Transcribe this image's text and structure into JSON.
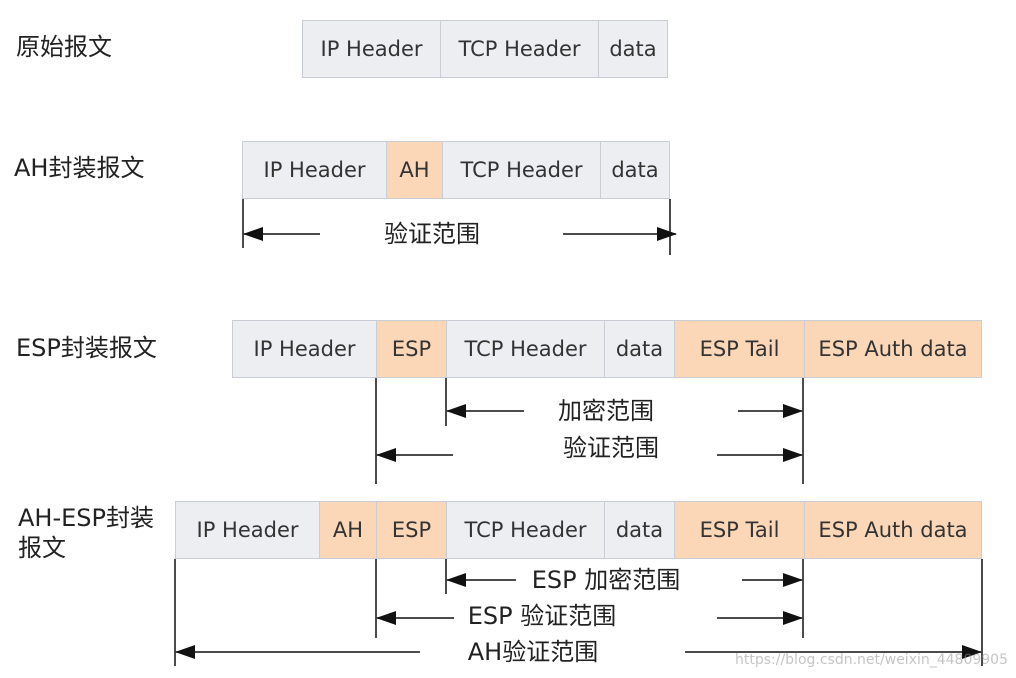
{
  "rows": [
    {
      "label": "原始报文",
      "cells": [
        {
          "text": "IP Header",
          "color": "gray"
        },
        {
          "text": "TCP Header",
          "color": "gray"
        },
        {
          "text": "data",
          "color": "gray"
        }
      ]
    },
    {
      "label": "AH封装报文",
      "cells": [
        {
          "text": "IP Header",
          "color": "gray"
        },
        {
          "text": "AH",
          "color": "orange"
        },
        {
          "text": "TCP Header",
          "color": "gray"
        },
        {
          "text": "data",
          "color": "gray"
        }
      ],
      "ranges": [
        {
          "label": "验证范围"
        }
      ]
    },
    {
      "label": "ESP封装报文",
      "cells": [
        {
          "text": "IP Header",
          "color": "gray"
        },
        {
          "text": "ESP",
          "color": "orange"
        },
        {
          "text": "TCP Header",
          "color": "gray"
        },
        {
          "text": "data",
          "color": "gray"
        },
        {
          "text": "ESP Tail",
          "color": "orange"
        },
        {
          "text": "ESP Auth data",
          "color": "orange"
        }
      ],
      "ranges": [
        {
          "label": "加密范围"
        },
        {
          "label": "验证范围"
        }
      ]
    },
    {
      "label": "AH-ESP封装报文",
      "cells": [
        {
          "text": "IP Header",
          "color": "gray"
        },
        {
          "text": "AH",
          "color": "orange"
        },
        {
          "text": "ESP",
          "color": "orange"
        },
        {
          "text": "TCP Header",
          "color": "gray"
        },
        {
          "text": "data",
          "color": "gray"
        },
        {
          "text": "ESP Tail",
          "color": "orange"
        },
        {
          "text": "ESP Auth data",
          "color": "orange"
        }
      ],
      "ranges": [
        {
          "label": "ESP 加密范围"
        },
        {
          "label": "ESP 验证范围"
        },
        {
          "label": "AH验证范围"
        }
      ]
    }
  ],
  "colors": {
    "gray": "#eceef1",
    "orange": "#fbd7b8",
    "line": "#111111"
  },
  "watermark": "https://blog.csdn.net/weixin_44809905"
}
